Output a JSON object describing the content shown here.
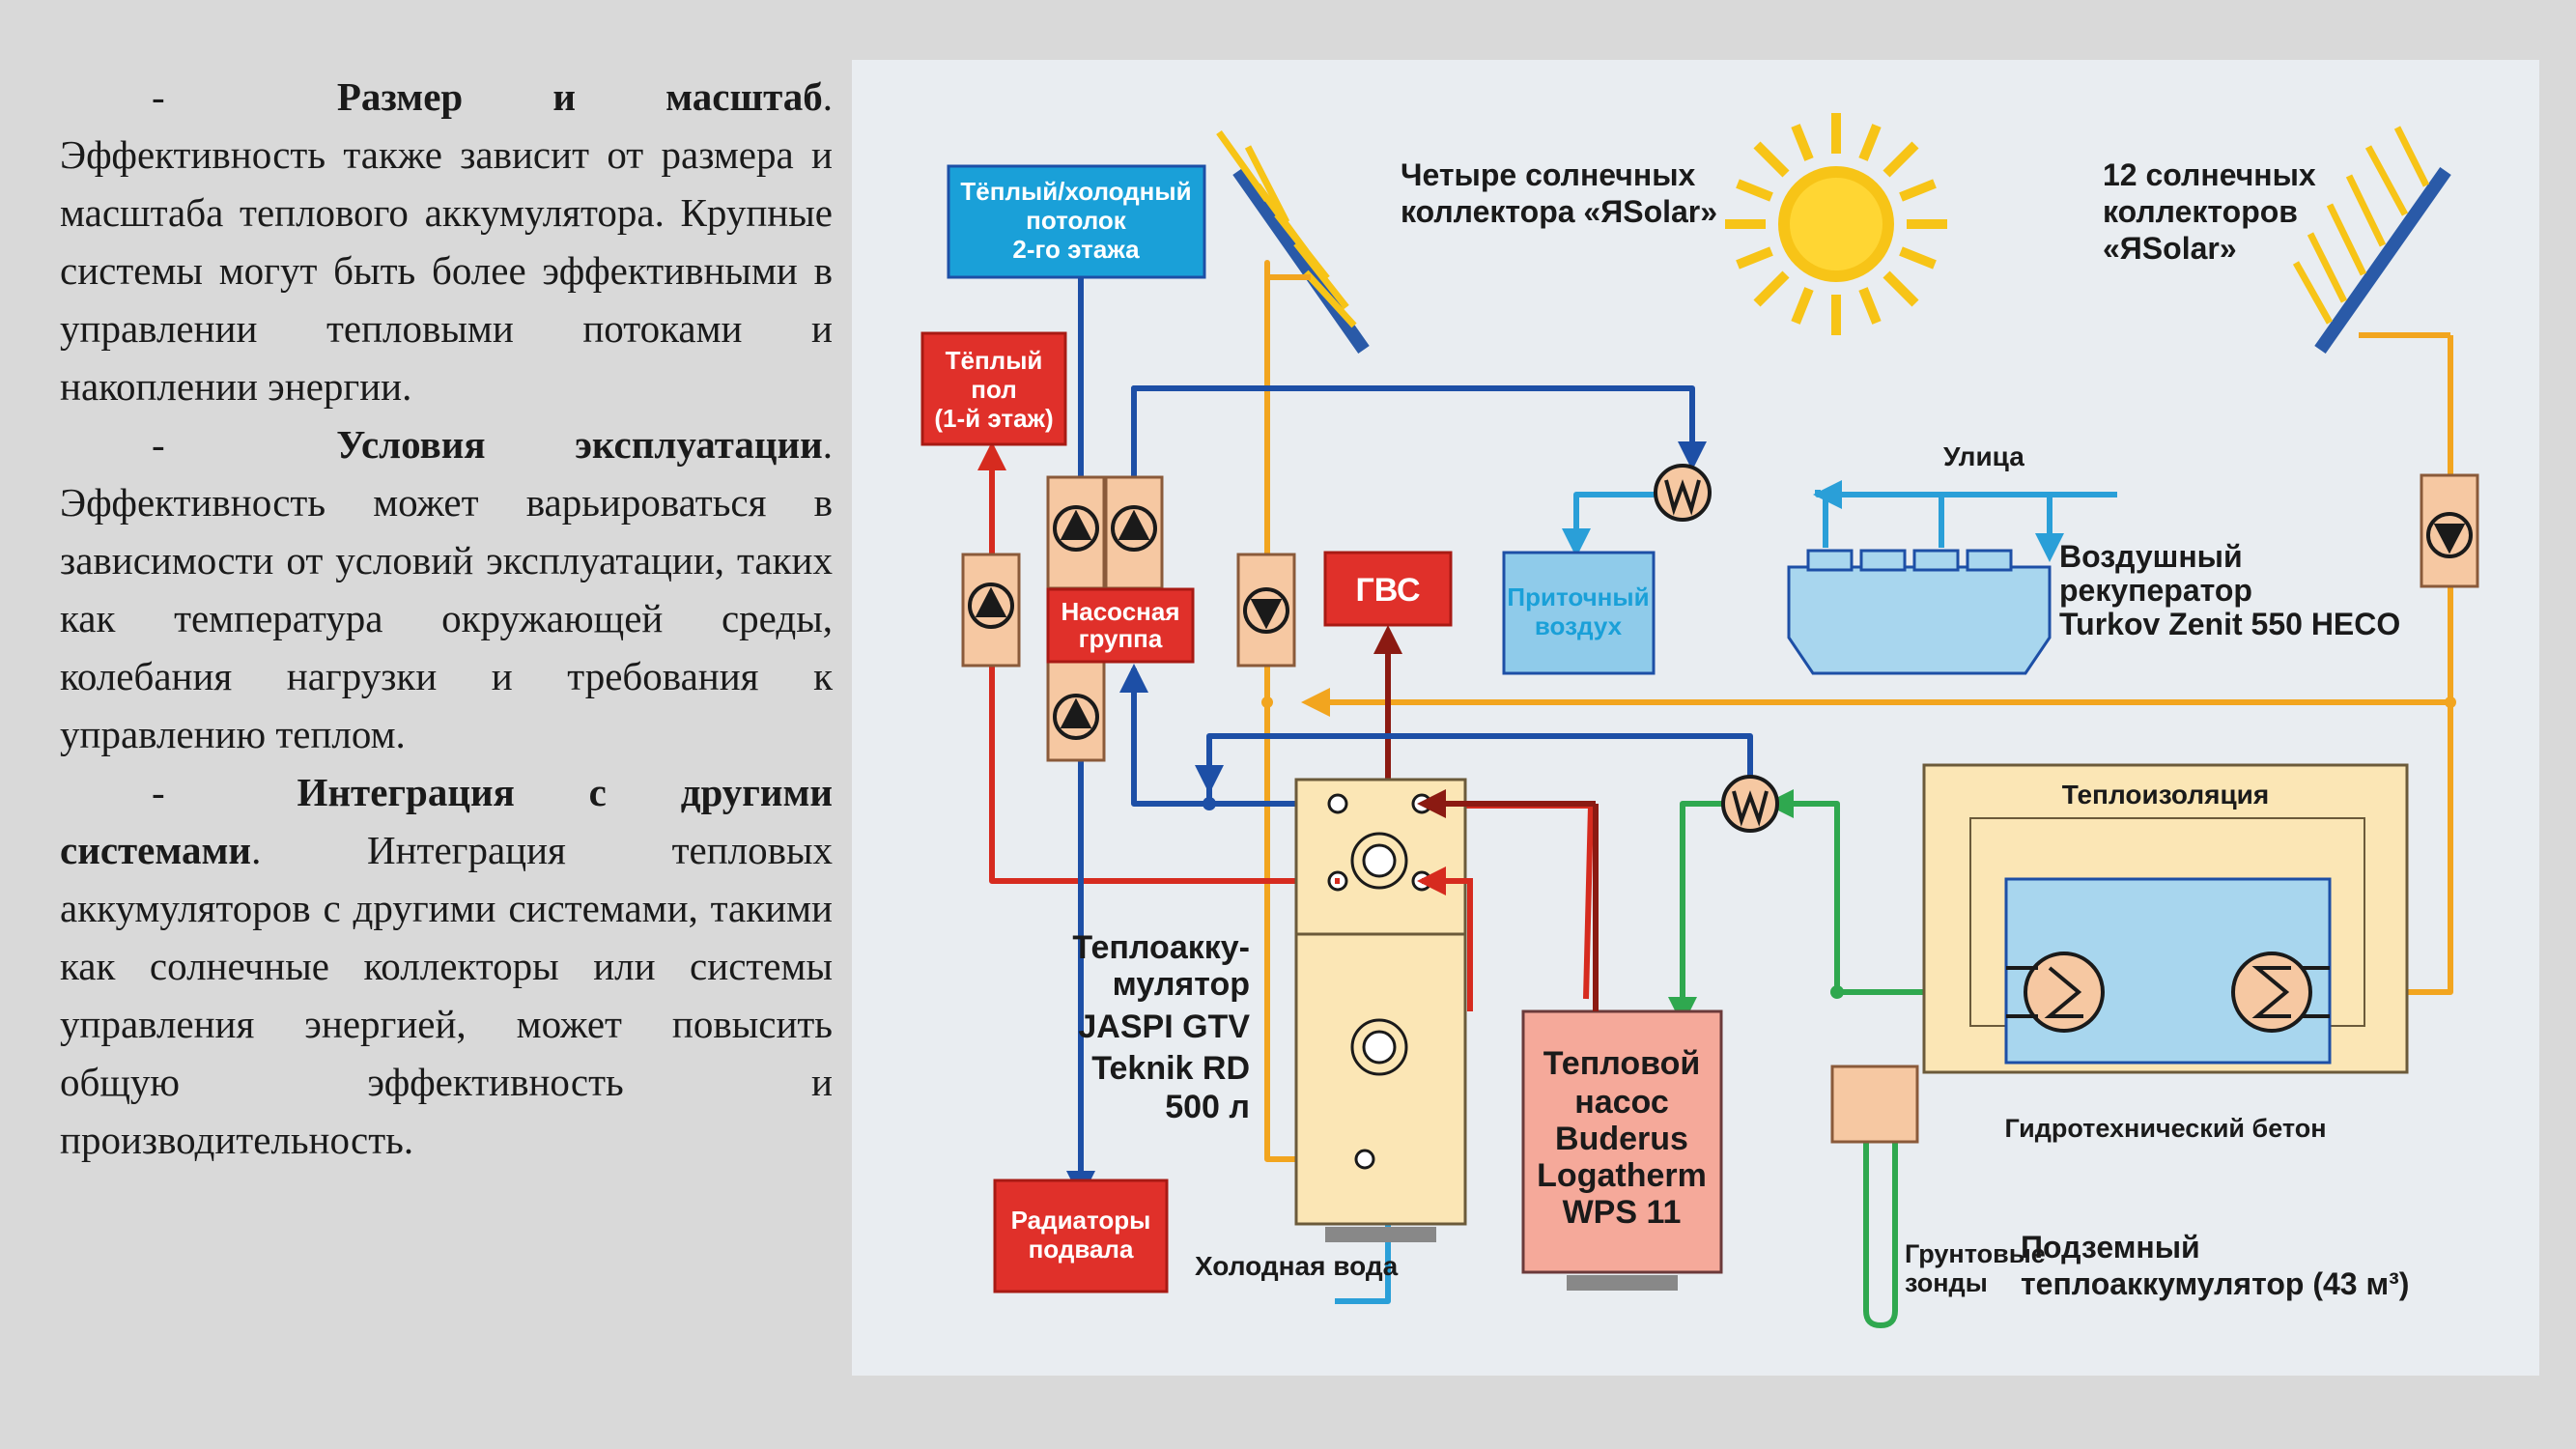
{
  "text": {
    "p1": {
      "dash": "-",
      "bold": "Размер и масштаб",
      "rest": ". Эффективность также зависит от размера и масштаба теплового аккумулятора. Крупные системы могут быть более эффективными в управлении тепловыми потоками и накоплении энергии."
    },
    "p2": {
      "dash": "-",
      "bold": "Условия эксплуатации",
      "rest": ". Эффективность может варьироваться в зависимости от условий эксплуатации, таких как температура окружающей среды, колебания нагрузки и требования к управлению теплом."
    },
    "p3": {
      "dash": "-",
      "bold": "Интеграция с другими системами",
      "rest": ". Интеграция тепловых аккумуляторов с другими системами, такими как солнечные коллекторы или системы управления энергией, может повысить общую эффективность и производительность."
    }
  },
  "diagram": {
    "ceiling": [
      "Тёплый/холодный",
      "потолок",
      "2-го этажа"
    ],
    "floor": [
      "Тёплый",
      "пол",
      "(1-й этаж)"
    ],
    "solar_left": [
      "Четыре солнечных",
      "коллектора «ЯSolar»"
    ],
    "solar_right": [
      "12 солнечных",
      "коллекторов",
      "«ЯSolar»"
    ],
    "street": "Улица",
    "pump_group": [
      "Насосная",
      "группа"
    ],
    "gvs": "ГВС",
    "supply_air": [
      "Приточный",
      "воздух"
    ],
    "recuperator": [
      "Воздушный",
      "рекуператор",
      "Turkov Zenit 550 HECO"
    ],
    "thermal_insulation": "Теплоизоляция",
    "accumulator": [
      "Теплоакку-",
      "мулятор",
      "JASPI GTV",
      "Teknik RD",
      "500 л"
    ],
    "heat_pump": [
      "Тепловой",
      "насос",
      "Buderus",
      "Logatherm",
      "WPS 11"
    ],
    "hydro_concrete": "Гидротехнический бетон",
    "radiators": [
      "Радиаторы",
      "подвала"
    ],
    "cold_water": "Холодная вода",
    "ground_probes": [
      "Грунтовые",
      "зонды"
    ],
    "underground": [
      "Подземный",
      "теплоаккумулятор (43 м³)"
    ],
    "colors": {
      "blue_pipe": "#1d4fa6",
      "red_pipe": "#d62b1f",
      "orange_pipe": "#f2a51f",
      "green_pipe": "#2fa84f",
      "light_blue_pipe": "#2a9fd8",
      "dark_red_pipe": "#8b1a12",
      "box_red": "#e0302a",
      "box_blue": "#1aa0d8",
      "pump_box": "#f6c8a2",
      "tank": "#fbe6b5",
      "heat_pump_box": "#f5a99a",
      "sun": "#f7c417"
    },
    "icons": [
      "sun-icon",
      "solar-panel-icon",
      "pump-icon",
      "heat-exchanger-icon",
      "coil-icon"
    ]
  }
}
